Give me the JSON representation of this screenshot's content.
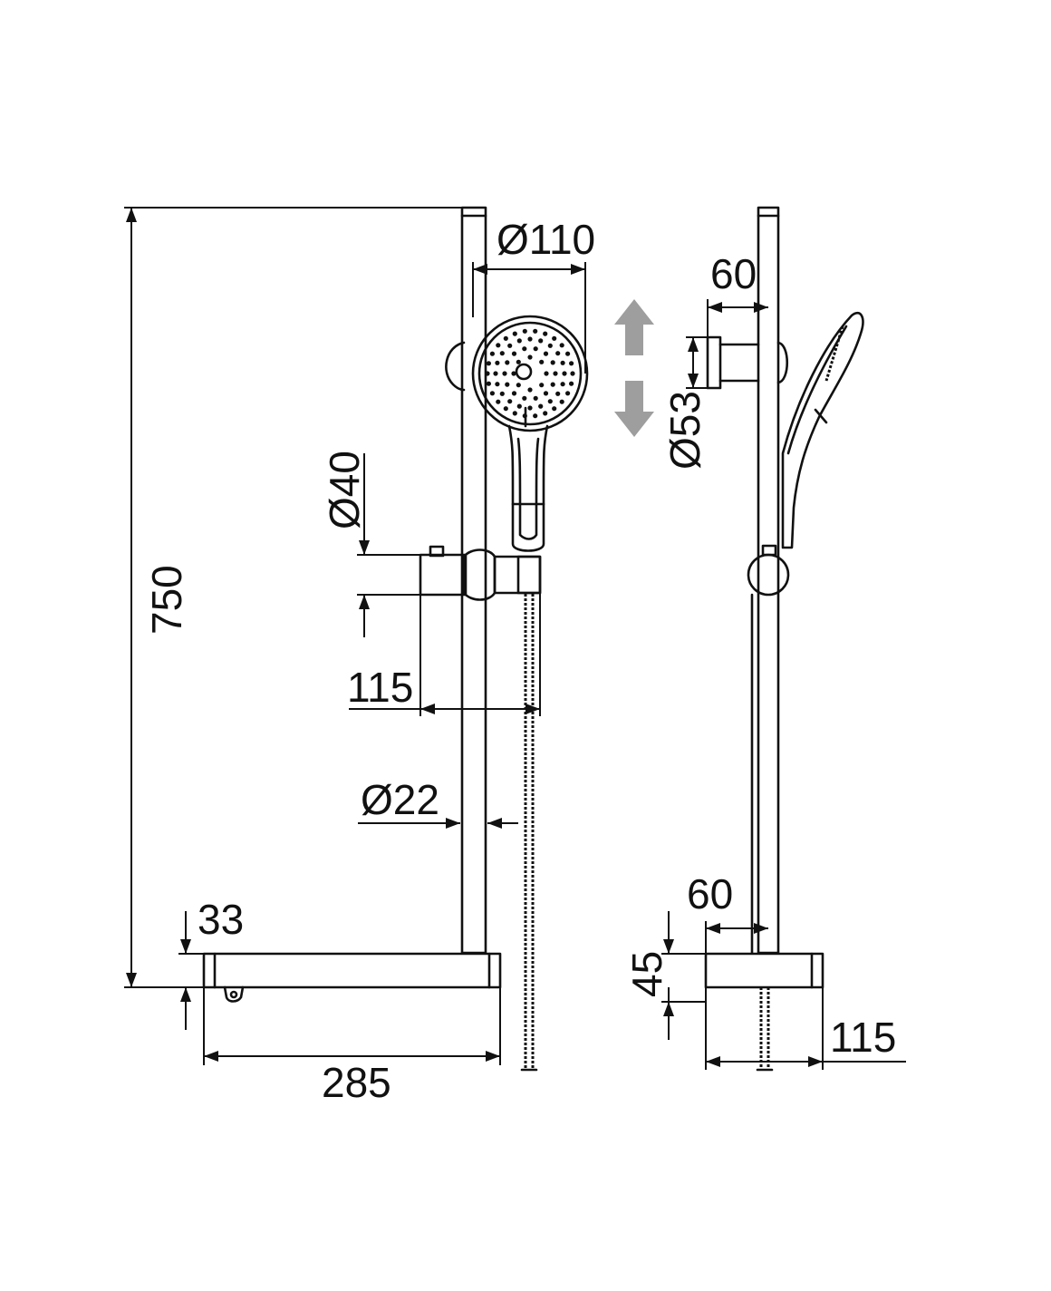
{
  "dimensions": {
    "total_height": "750",
    "head_diameter": "Ø110",
    "slider_depth": "60",
    "bracket_diameter": "Ø53",
    "hose_outlet_diameter": "Ø40",
    "holder_projection": "115",
    "rail_diameter": "Ø22",
    "shelf_height_front": "33",
    "shelf_width": "285",
    "shelf_depth_side": "60",
    "shelf_height_side": "45",
    "shelf_projection_side": "115"
  },
  "colors": {
    "line": "#111111",
    "slide_arrows": "#9e9e9e",
    "background": "#ffffff"
  },
  "icons": {
    "slide_indicator": "up-down-arrows-icon"
  }
}
